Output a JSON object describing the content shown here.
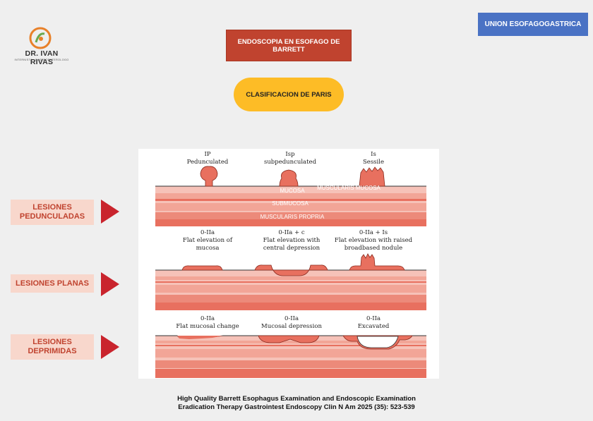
{
  "logo": {
    "name": "DR. IVAN RIVAS",
    "subtitle": "INTERNISTA · GASTROENTEROLOGO"
  },
  "header": {
    "union_label": "UNION ESOFAGOGASTRICA",
    "title": "ENDOSCOPIA EN ESOFAGO DE BARRETT",
    "classification": "CLASIFICACION DE PARIS"
  },
  "categories": [
    {
      "label": "LESIONES PEDUNCULADAS"
    },
    {
      "label": "LESIONES PLANAS"
    },
    {
      "label": "LESIONES DEPRIMIDAS"
    }
  ],
  "figure": {
    "row1": [
      {
        "code": "IP",
        "desc": "Pedunculated"
      },
      {
        "code": "Isp",
        "desc": "subpedunculated"
      },
      {
        "code": "Is",
        "desc": "Sessile"
      }
    ],
    "layers": {
      "mucosa": "MUCOSA",
      "muscularis_mucosa": "MUSCULARIS MUCOSA",
      "submucosa": "SUBMUCOSA",
      "muscularis_propria": "MUSCULARIS PROPRIA"
    },
    "row2": [
      {
        "code": "0-IIa",
        "desc1": "Flat elevation of",
        "desc2": "mucosa"
      },
      {
        "code": "0-IIa + c",
        "desc1": "Flat elevation with",
        "desc2": "central depression"
      },
      {
        "code": "0-IIa + Is",
        "desc1": "Flat elevation with raised",
        "desc2": "broadbased nodule"
      }
    ],
    "row3": [
      {
        "code": "0-IIa",
        "desc1": "Flat mucosal change"
      },
      {
        "code": "0-IIa",
        "desc1": "Mucosal depression"
      },
      {
        "code": "0-IIa",
        "desc1": "Excavated"
      }
    ]
  },
  "reference": {
    "line1": "High Quality Barrett Esophagus Examination and Endoscopic Examination",
    "line2": "Eradication Therapy Gastrointest Endoscopy Clin N Am 2025 (35): 523-539"
  },
  "colors": {
    "accent_red": "#c0432f",
    "accent_blue": "#4a72c4",
    "accent_yellow": "#fdbc26",
    "arrow_red": "#c9242d",
    "tissue_pink": "#f5b3a8",
    "tissue_dark": "#e8705f"
  }
}
